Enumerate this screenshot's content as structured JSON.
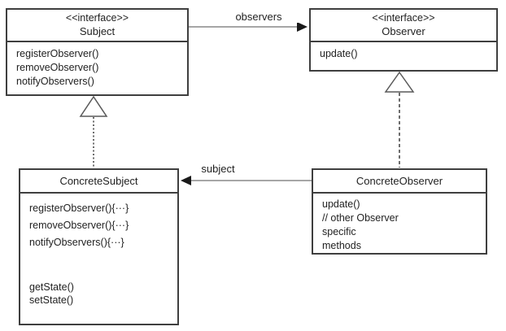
{
  "diagram": {
    "classes": {
      "subject": {
        "stereotype": "<<interface>>",
        "name": "Subject",
        "methods": [
          "registerObserver()",
          "removeObserver()",
          "notifyObservers()"
        ]
      },
      "observer": {
        "stereotype": "<<interface>>",
        "name": "Observer",
        "methods": [
          "update()"
        ]
      },
      "concrete_subject": {
        "name": "ConcreteSubject",
        "methods_impl": [
          "registerObserver(){···}",
          "removeObserver(){···}",
          "notifyObservers(){···}"
        ],
        "methods_state": [
          "getState()",
          "setState()"
        ]
      },
      "concrete_observer": {
        "name": "ConcreteObserver",
        "methods": [
          "update()",
          "// other Observer",
          "specific",
          "methods"
        ]
      }
    },
    "edges": {
      "observers": {
        "label": "observers",
        "type": "association-arrow"
      },
      "subject": {
        "label": "subject",
        "type": "association-arrow"
      },
      "subject_realization": {
        "type": "realization-dashed-triangle"
      },
      "observer_realization": {
        "type": "realization-dashed-triangle"
      }
    },
    "colors": {
      "box_border": "#3f3f3f",
      "connector_line": "#a6a6a6",
      "arrowhead": "#1a1a1a",
      "triangle_stroke": "#595959",
      "dashed_line": "#3f3f3f",
      "text": "#1f1f1f",
      "background": "#ffffff"
    }
  }
}
